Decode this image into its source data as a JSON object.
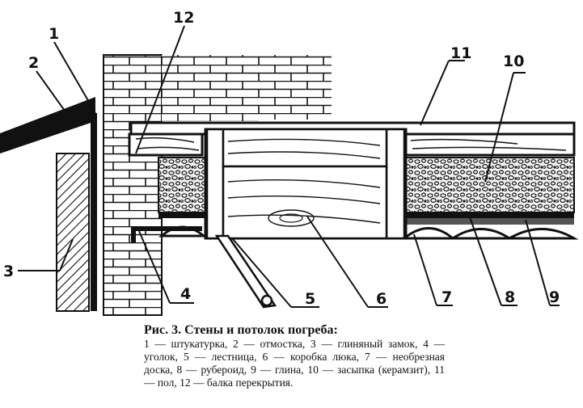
{
  "figure": {
    "labels": {
      "l1": "1",
      "l2": "2",
      "l3": "3",
      "l4": "4",
      "l5": "5",
      "l6": "6",
      "l7": "7",
      "l8": "8",
      "l9": "9",
      "l10": "10",
      "l11": "11",
      "l12": "12"
    }
  },
  "caption": {
    "title": "Рис. 3. Стены и потолок погреба:",
    "body": "1 — штукатурка, 2 — отмостка, 3 — глиняный замок, 4 — уголок, 5 — лестница, 6 — коробка лю­ка, 7 — необрезная доска, 8 — рубероид, 9 — глина, 10 — засыпка (керамзит), 11 — пол, 12 — балка перекрытия."
  }
}
